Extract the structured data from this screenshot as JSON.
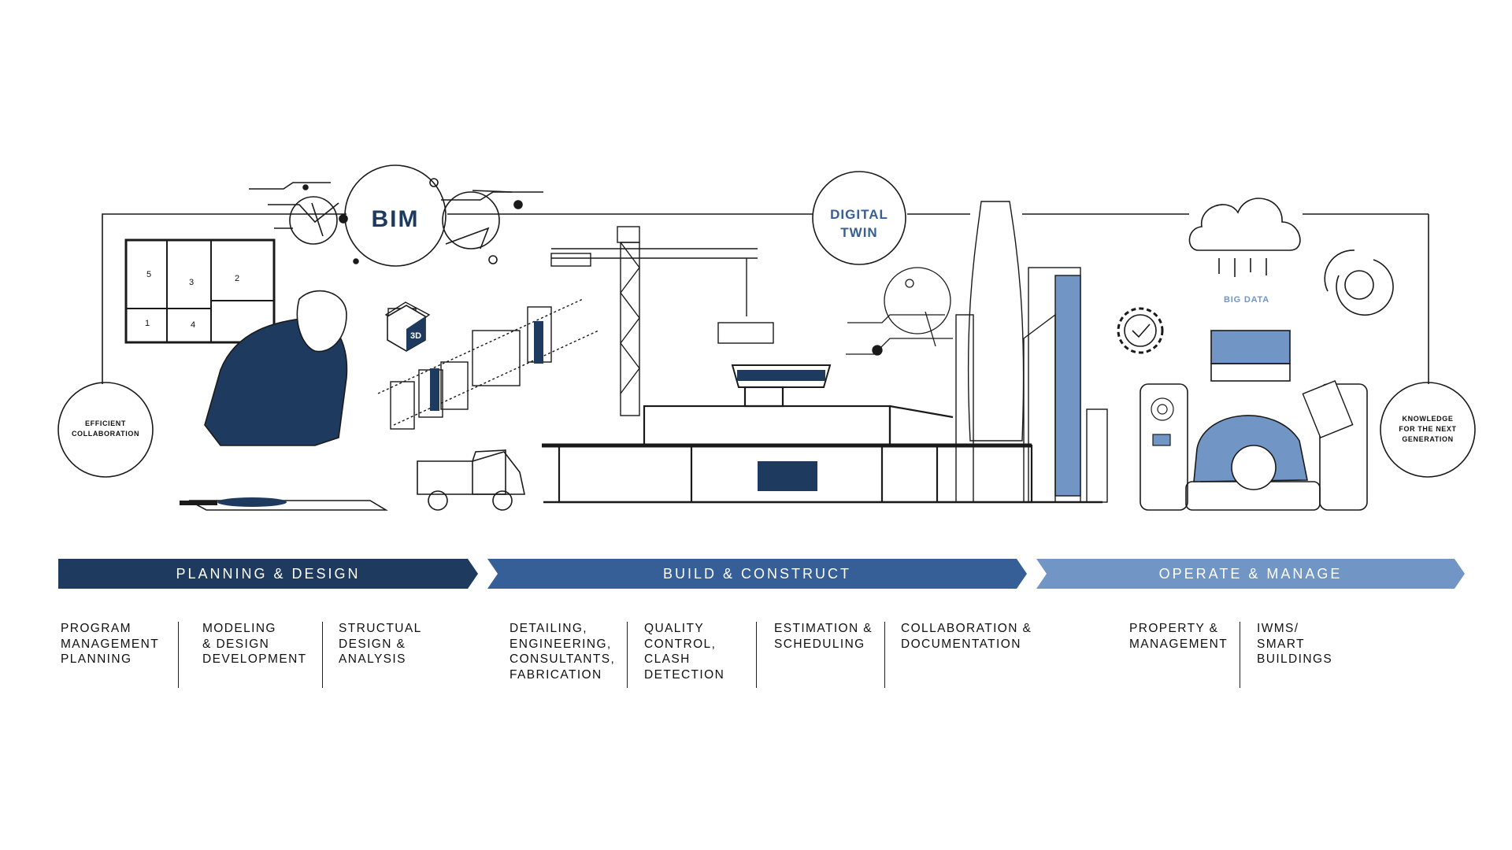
{
  "colors": {
    "navy": "#1f3a5f",
    "mid_blue": "#355f96",
    "light_blue": "#7196c6",
    "line": "#1a1a1a"
  },
  "hubs": {
    "bim": "BIM",
    "digital_twin": [
      "DIGITAL",
      "TWIN"
    ],
    "efficient_collaboration": [
      "EFFICIENT",
      "COLLABORATION"
    ],
    "knowledge": [
      "KNOWLEDGE",
      "FOR THE NEXT",
      "GENERATION"
    ],
    "big_data": "BIG DATA",
    "badge_3d": "3D"
  },
  "floorplan_rooms": [
    "5",
    "3",
    "2",
    "1",
    "4"
  ],
  "icons": [
    "cloud-icon",
    "gear-check-icon",
    "recycle-earth-icon",
    "crane-icon",
    "truck-icon",
    "laptop-icon"
  ],
  "phases": [
    {
      "label": "PLANNING & DESIGN",
      "color": "#1f3a5f"
    },
    {
      "label": "BUILD & CONSTRUCT",
      "color": "#355f96"
    },
    {
      "label": "OPERATE & MANAGE",
      "color": "#7196c6"
    }
  ],
  "subcategories": [
    "PROGRAM\nMANAGEMENT\nPLANNING",
    "MODELING\n& DESIGN\nDEVELOPMENT",
    "STRUCTUAL\nDESIGN &\nANALYSIS",
    "DETAILING,\nENGINEERING,\nCONSULTANTS,\nFABRICATION",
    "QUALITY\nCONTROL,\nCLASH\nDETECTION",
    "ESTIMATION &\nSCHEDULING",
    "COLLABORATION &\nDOCUMENTATION",
    "PROPERTY &\nMANAGEMENT",
    "IWMS/\nSMART\nBUILDINGS"
  ]
}
